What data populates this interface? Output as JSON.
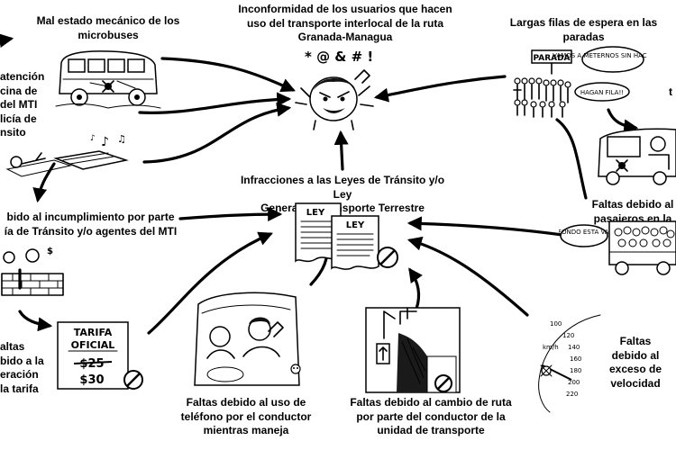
{
  "nodes": {
    "center": "Inconformidad de los usuarios que hacen\nuso del transporte interlocal de la ruta\nGranada-Managua",
    "mechanical": "Mal estado mecánico de los\nmicrobuses",
    "queues": "Largas filas de espera en las\nparadas",
    "attention": "atención\ncina de\ndel MTI\nlicía de\nnsito",
    "mti_noncompliance": "bido al incumplimiento por parte\nía de Tránsito y/o agentes del MTI",
    "infractions": "Infracciones a las Leyes de Tránsito y/o Ley\nGeneral de Transporte Terrestre",
    "overload": "Faltas debido al\npasajeros en la\ntranspo",
    "fare_alteration": "altas\nbido a la\neración\nla tarifa",
    "phone": "Faltas debido al uso de\nteléfono por el conductor\nmientras maneja",
    "route_change": "Faltas debido al cambio de ruta\npor parte del conductor de la\nunidad de transporte",
    "speeding": "Faltas\ndebido al\nexceso de\nvelocidad",
    "edge_t": "t"
  },
  "illustrations": {
    "angry_symbols": "* @ & # !",
    "parada_sign": "PARADA",
    "queue_bubble_1": "VAMOS A METERNOS SIN HACER FILA!",
    "queue_bubble_2": "HAGAN FILA!!",
    "law_1": "LEY",
    "law_2": "LEY",
    "bus_bubble": "AL FONDO ESTA VACIO",
    "tarifa_title": "TARIFA",
    "tarifa_subtitle": "OFICIAL",
    "tarifa_old": "$25",
    "tarifa_new": "$30",
    "speed_marks": [
      "100",
      "120",
      "140",
      "160",
      "180",
      "200",
      "220"
    ],
    "speed_unit": "km/h"
  }
}
